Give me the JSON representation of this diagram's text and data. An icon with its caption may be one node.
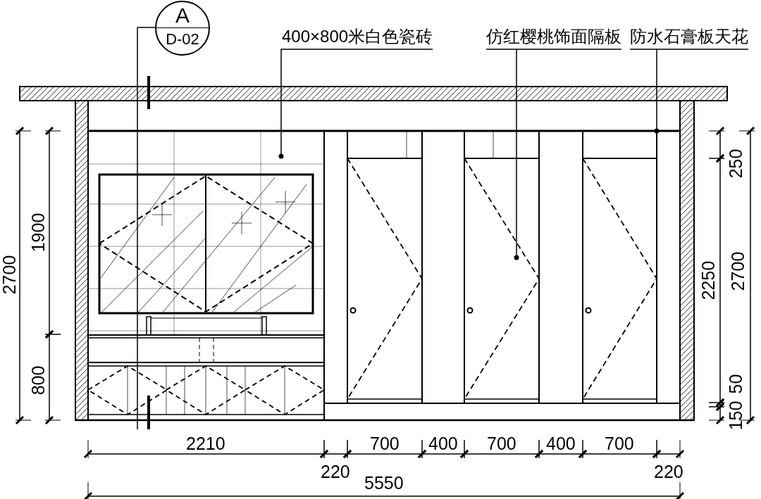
{
  "diagram": {
    "nodes": [
      {
        "text": [
          "A",
          "D-02"
        ]
      },
      {
        "text": [
          "400×800米白色瓷砖"
        ]
      },
      {
        "text": [
          "仿红樱桃饰面隔板"
        ]
      },
      {
        "text": [
          "防水石膏板天花"
        ]
      }
    ],
    "edges": [
      {
        "from": 1,
        "to": null,
        "arrow": "other"
      },
      {
        "from": 2,
        "to": null,
        "arrow": "other"
      },
      {
        "from": 3,
        "to": null,
        "arrow": "other"
      }
    ],
    "labels": [
      "1900",
      "800",
      "2700",
      "250",
      "2250",
      "50",
      "150",
      "2700",
      "2210",
      "700",
      "400",
      "700",
      "400",
      "700",
      "220",
      "220",
      "5550"
    ]
  }
}
